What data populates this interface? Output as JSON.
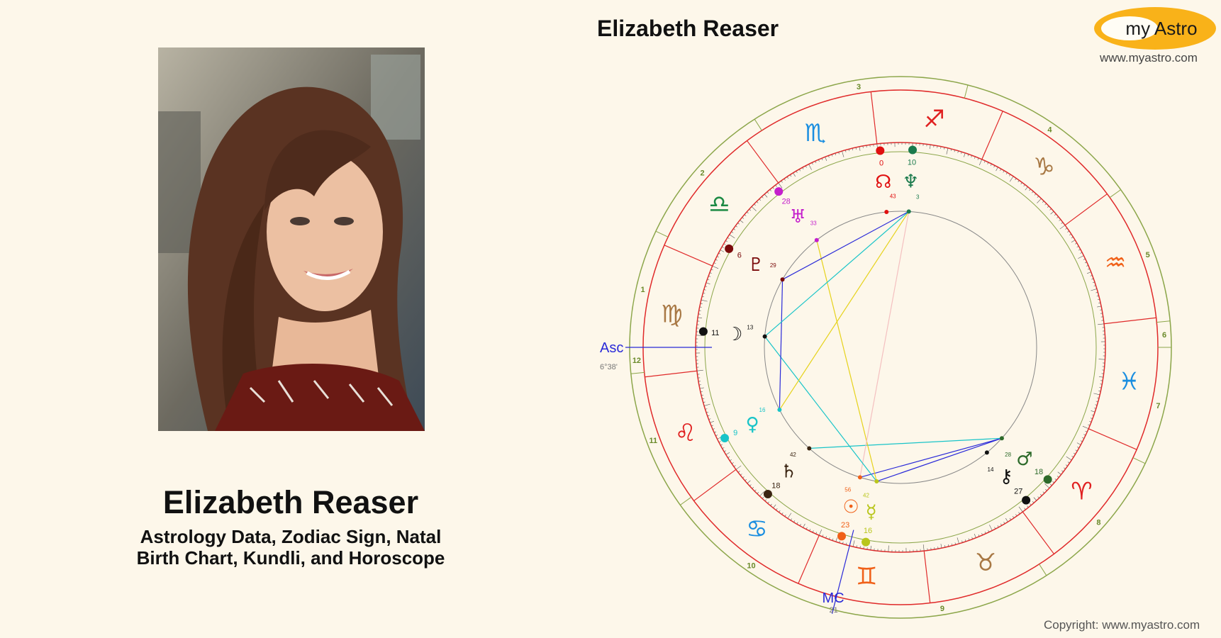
{
  "person": {
    "name": "Elizabeth Reaser",
    "subtitle_line1": "Astrology Data, Zodiac Sign, Natal",
    "subtitle_line2": "Birth Chart, Kundli, and Horoscope"
  },
  "chart_title": "Elizabeth Reaser",
  "brand": {
    "logo_text": "my Astro",
    "site_url": "www.myastro.com",
    "copyright": "Copyright: www.myastro.com",
    "logo_color": "#f9b219"
  },
  "photo": {
    "icon": "portrait-photo"
  },
  "chart_data": {
    "type": "natal-wheel",
    "ascendant": {
      "label": "Asc",
      "value": "6°38'",
      "longitude": 156.6
    },
    "midheaven": {
      "label": "MC",
      "value": "21",
      "longitude": 81
    },
    "zodiac_signs": [
      {
        "name": "aries",
        "glyph": "♈",
        "color": "#e02020"
      },
      {
        "name": "taurus",
        "glyph": "♉",
        "color": "#a87844"
      },
      {
        "name": "gemini",
        "glyph": "♊",
        "color": "#f06018"
      },
      {
        "name": "cancer",
        "glyph": "♋",
        "color": "#1a8ee0"
      },
      {
        "name": "leo",
        "glyph": "♌",
        "color": "#e02020"
      },
      {
        "name": "virgo",
        "glyph": "♍",
        "color": "#a87844"
      },
      {
        "name": "libra",
        "glyph": "♎",
        "color": "#1c8a44"
      },
      {
        "name": "scorpio",
        "glyph": "♏",
        "color": "#1a8ee0"
      },
      {
        "name": "sagittarius",
        "glyph": "♐",
        "color": "#e02020"
      },
      {
        "name": "capricorn",
        "glyph": "♑",
        "color": "#a87844"
      },
      {
        "name": "aquarius",
        "glyph": "♒",
        "color": "#f06018"
      },
      {
        "name": "pisces",
        "glyph": "♓",
        "color": "#1a8ee0"
      }
    ],
    "houses": [
      {
        "number": "1",
        "cusp": 156.6
      },
      {
        "number": "2",
        "cusp": 182
      },
      {
        "number": "3",
        "cusp": 214
      },
      {
        "number": "4",
        "cusp": 261
      },
      {
        "number": "5",
        "cusp": 301
      },
      {
        "number": "6",
        "cusp": 331
      },
      {
        "number": "7",
        "cusp": 336.6
      },
      {
        "number": "8",
        "cusp": 2
      },
      {
        "number": "9",
        "cusp": 34
      },
      {
        "number": "10",
        "cusp": 81
      },
      {
        "number": "11",
        "cusp": 121
      },
      {
        "number": "12",
        "cusp": 151
      }
    ],
    "planets": [
      {
        "name": "sun",
        "glyph": "☉",
        "degree": "23",
        "minutes": "56",
        "longitude": 83.9,
        "color": "#f06018"
      },
      {
        "name": "mercury",
        "glyph": "☿",
        "degree": "16",
        "minutes": "42",
        "longitude": 76.7,
        "color": "#b9c61c"
      },
      {
        "name": "saturn",
        "glyph": "♄",
        "degree": "18",
        "minutes": "42",
        "longitude": 108.7,
        "color": "#3a2412"
      },
      {
        "name": "venus",
        "glyph": "♀",
        "degree": "9",
        "minutes": "16",
        "longitude": 129.3,
        "color": "#18c4c8"
      },
      {
        "name": "moon",
        "glyph": "☽",
        "degree": "11",
        "minutes": "13",
        "longitude": 161.2,
        "color": "#111111"
      },
      {
        "name": "pluto",
        "glyph": "♇",
        "degree": "6",
        "minutes": "29",
        "longitude": 186.5,
        "color": "#7a0a0a"
      },
      {
        "name": "uranus",
        "glyph": "♅",
        "degree": "28",
        "minutes": "33",
        "longitude": 208.6,
        "color": "#c41ecc"
      },
      {
        "name": "north-node",
        "glyph": "☊",
        "degree": "0",
        "minutes": "43",
        "longitude": 240.7,
        "color": "#e01010"
      },
      {
        "name": "neptune",
        "glyph": "♆",
        "degree": "10",
        "minutes": "3",
        "longitude": 250.1,
        "color": "#1a7a4c"
      },
      {
        "name": "chiron",
        "glyph": "⚷",
        "degree": "27",
        "minutes": "14",
        "longitude": 27.2,
        "color": "#111111"
      },
      {
        "name": "mars",
        "glyph": "♂",
        "degree": "18",
        "minutes": "28",
        "longitude": 18.5,
        "color": "#2d6a2a"
      }
    ],
    "aspects": [
      {
        "from": "mercury",
        "to": "mars",
        "color": "#2a2ad8"
      },
      {
        "from": "sun",
        "to": "mars",
        "color": "#2a2ad8"
      },
      {
        "from": "saturn",
        "to": "mars",
        "color": "#18c4c8"
      },
      {
        "from": "mercury",
        "to": "uranus",
        "color": "#e6d21a"
      },
      {
        "from": "sun",
        "to": "neptune",
        "color": "#f4c0c0"
      },
      {
        "from": "mercury",
        "to": "moon",
        "color": "#18c4c8"
      },
      {
        "from": "venus",
        "to": "neptune",
        "color": "#e6d21a"
      },
      {
        "from": "venus",
        "to": "pluto",
        "color": "#2a2ad8"
      },
      {
        "from": "moon",
        "to": "neptune",
        "color": "#18c4c8"
      },
      {
        "from": "pluto",
        "to": "neptune",
        "color": "#2a2ad8"
      }
    ]
  }
}
